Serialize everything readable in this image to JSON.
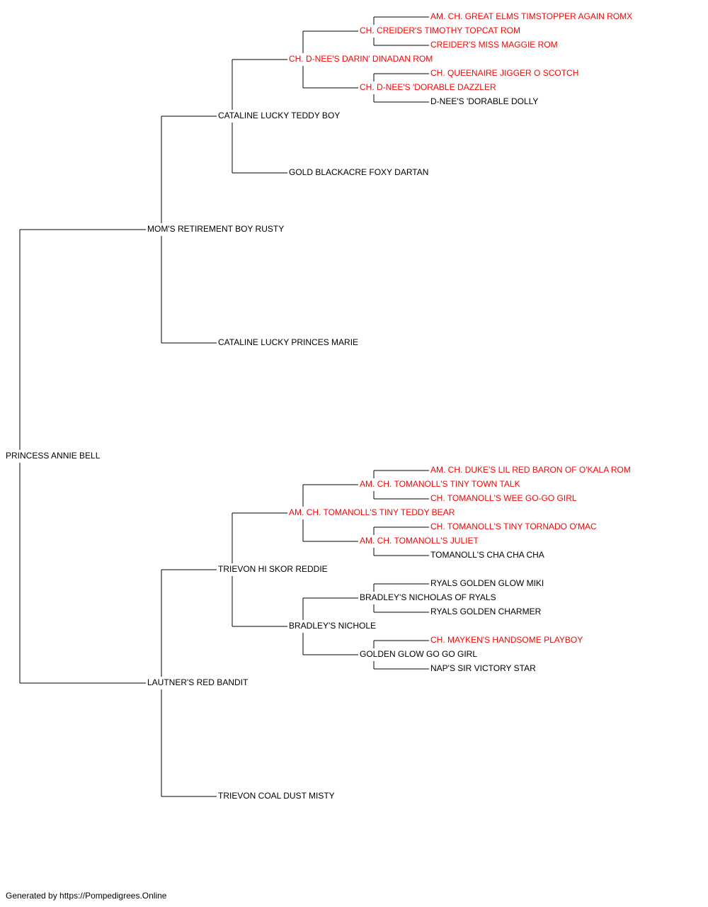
{
  "colors": {
    "champion": "#ff0000",
    "normal": "#000000",
    "line": "#000000"
  },
  "pedigree": {
    "name": "PRINCESS ANNIE BELL",
    "champion": false,
    "sire": {
      "name": "MOM'S RETIREMENT BOY RUSTY",
      "champion": false,
      "sire": {
        "name": "CATALINE LUCKY TEDDY BOY",
        "champion": false,
        "sire": {
          "name": "CH. D-NEE'S DARIN' DINADAN ROM",
          "champion": true,
          "sire": {
            "name": "CH. CREIDER'S TIMOTHY TOPCAT ROM",
            "champion": true,
            "sire": {
              "name": "AM. CH. GREAT ELMS TIMSTOPPER AGAIN ROMX",
              "champion": true
            },
            "dam": {
              "name": "CREIDER'S MISS MAGGIE ROM",
              "champion": true
            }
          },
          "dam": {
            "name": "CH. D-NEE'S 'DORABLE DAZZLER",
            "champion": true,
            "sire": {
              "name": "CH. QUEENAIRE JIGGER O SCOTCH",
              "champion": true
            },
            "dam": {
              "name": "D-NEE'S 'DORABLE DOLLY",
              "champion": false
            }
          }
        },
        "dam": {
          "name": "GOLD BLACKACRE FOXY DARTAN",
          "champion": false
        }
      },
      "dam": {
        "name": "CATALINE LUCKY PRINCES MARIE",
        "champion": false
      }
    },
    "dam": {
      "name": "LAUTNER'S RED BANDIT",
      "champion": false,
      "sire": {
        "name": "TRIEVON HI SKOR REDDIE",
        "champion": false,
        "sire": {
          "name": "AM. CH. TOMANOLL'S TINY TEDDY BEAR",
          "champion": true,
          "sire": {
            "name": "AM. CH. TOMANOLL'S TINY TOWN TALK",
            "champion": true,
            "sire": {
              "name": "AM. CH. DUKE'S LIL RED BARON OF O'KALA ROM",
              "champion": true
            },
            "dam": {
              "name": "CH. TOMANOLL'S WEE GO-GO GIRL",
              "champion": true
            }
          },
          "dam": {
            "name": "AM. CH. TOMANOLL'S JULIET",
            "champion": true,
            "sire": {
              "name": "CH. TOMANOLL'S TINY TORNADO O'MAC",
              "champion": true
            },
            "dam": {
              "name": "TOMANOLL'S CHA CHA CHA",
              "champion": false
            }
          }
        },
        "dam": {
          "name": "BRADLEY'S NICHOLE",
          "champion": false,
          "sire": {
            "name": "BRADLEY'S NICHOLAS OF RYALS",
            "champion": false,
            "sire": {
              "name": "RYALS GOLDEN GLOW MIKI",
              "champion": false
            },
            "dam": {
              "name": "RYALS GOLDEN CHARMER",
              "champion": false
            }
          },
          "dam": {
            "name": "GOLDEN GLOW GO GO GIRL",
            "champion": false,
            "sire": {
              "name": "CH. MAYKEN'S HANDSOME PLAYBOY",
              "champion": true
            },
            "dam": {
              "name": "NAP'S SIR VICTORY STAR",
              "champion": false
            }
          }
        }
      },
      "dam": {
        "name": "TRIEVON COAL DUST MISTY",
        "champion": false
      }
    }
  },
  "footer": "Generated by https://Pompedigrees.Online"
}
